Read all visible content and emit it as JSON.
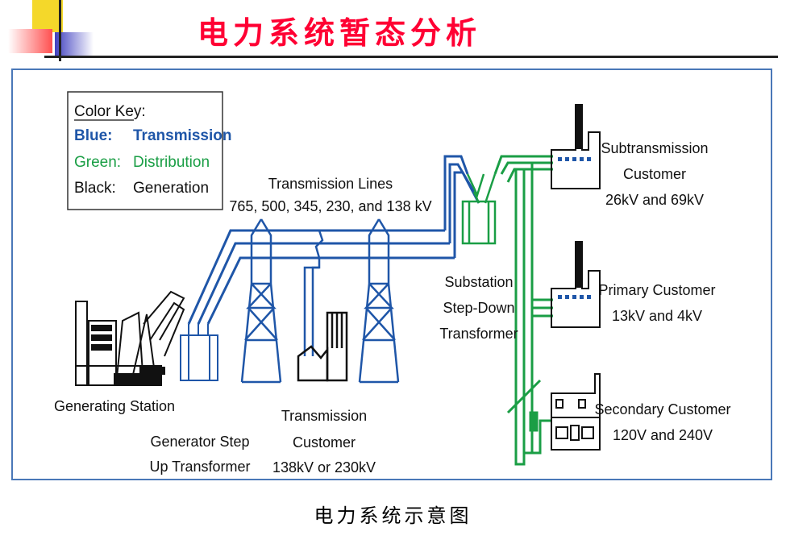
{
  "title": "电力系统暂态分析",
  "caption": "电力系统示意图",
  "colors": {
    "blue": "#1f56a8",
    "green": "#1a9e45",
    "black": "#111111",
    "title": "#ff0033"
  },
  "color_key": {
    "heading": "Color Key:",
    "rows": [
      {
        "color_name": "Blue:",
        "meaning": "Transmission"
      },
      {
        "color_name": "Green:",
        "meaning": "Distribution"
      },
      {
        "color_name": "Black:",
        "meaning": "Generation"
      }
    ]
  },
  "labels": {
    "transmission_lines": "Transmission Lines",
    "voltages": "765, 500, 345, 230, and 138 kV",
    "generating_station": "Generating Station",
    "gen_transformer_1": "Generator Step",
    "gen_transformer_2": "Up Transformer",
    "trans_customer_1": "Transmission",
    "trans_customer_2": "Customer",
    "trans_customer_3": "138kV or 230kV",
    "substation_1": "Substation",
    "substation_2": "Step-Down",
    "substation_3": "Transformer",
    "subtrans_1": "Subtransmission",
    "subtrans_2": "Customer",
    "subtrans_3": "26kV and 69kV",
    "primary_1": "Primary Customer",
    "primary_2": "13kV and 4kV",
    "secondary_1": "Secondary Customer",
    "secondary_2": "120V and 240V"
  }
}
